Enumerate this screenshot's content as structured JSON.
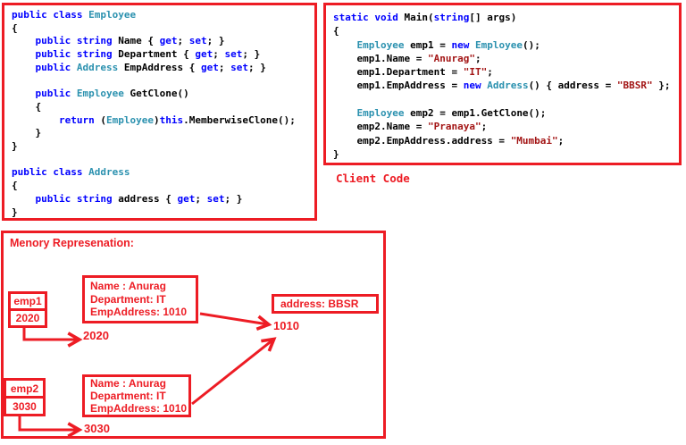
{
  "colors": {
    "diagram_red": "#ED1C24",
    "keyword_blue": "#0000FF",
    "type_teal": "#2B91AF",
    "string_red": "#A31515"
  },
  "code": {
    "employee_class": {
      "lines": [
        [
          [
            "k",
            "public"
          ],
          [
            "p",
            " "
          ],
          [
            "k",
            "class"
          ],
          [
            "p",
            " "
          ],
          [
            "t",
            "Employee"
          ]
        ],
        [
          [
            "p",
            "{"
          ]
        ],
        [
          [
            "p",
            "    "
          ],
          [
            "k",
            "public"
          ],
          [
            "p",
            " "
          ],
          [
            "k",
            "string"
          ],
          [
            "p",
            " Name { "
          ],
          [
            "k",
            "get"
          ],
          [
            "p",
            "; "
          ],
          [
            "k",
            "set"
          ],
          [
            "p",
            "; }"
          ]
        ],
        [
          [
            "p",
            "    "
          ],
          [
            "k",
            "public"
          ],
          [
            "p",
            " "
          ],
          [
            "k",
            "string"
          ],
          [
            "p",
            " Department { "
          ],
          [
            "k",
            "get"
          ],
          [
            "p",
            "; "
          ],
          [
            "k",
            "set"
          ],
          [
            "p",
            "; }"
          ]
        ],
        [
          [
            "p",
            "    "
          ],
          [
            "k",
            "public"
          ],
          [
            "p",
            " "
          ],
          [
            "t",
            "Address"
          ],
          [
            "p",
            " EmpAddress { "
          ],
          [
            "k",
            "get"
          ],
          [
            "p",
            "; "
          ],
          [
            "k",
            "set"
          ],
          [
            "p",
            "; }"
          ]
        ],
        [],
        [
          [
            "p",
            "    "
          ],
          [
            "k",
            "public"
          ],
          [
            "p",
            " "
          ],
          [
            "t",
            "Employee"
          ],
          [
            "p",
            " GetClone()"
          ]
        ],
        [
          [
            "p",
            "    {"
          ]
        ],
        [
          [
            "p",
            "        "
          ],
          [
            "k",
            "return"
          ],
          [
            "p",
            " ("
          ],
          [
            "t",
            "Employee"
          ],
          [
            "p",
            ")"
          ],
          [
            "k",
            "this"
          ],
          [
            "p",
            ".MemberwiseClone();"
          ]
        ],
        [
          [
            "p",
            "    }"
          ]
        ],
        [
          [
            "p",
            "}"
          ]
        ],
        [],
        [
          [
            "k",
            "public"
          ],
          [
            "p",
            " "
          ],
          [
            "k",
            "class"
          ],
          [
            "p",
            " "
          ],
          [
            "t",
            "Address"
          ]
        ],
        [
          [
            "p",
            "{"
          ]
        ],
        [
          [
            "p",
            "    "
          ],
          [
            "k",
            "public"
          ],
          [
            "p",
            " "
          ],
          [
            "k",
            "string"
          ],
          [
            "p",
            " address { "
          ],
          [
            "k",
            "get"
          ],
          [
            "p",
            "; "
          ],
          [
            "k",
            "set"
          ],
          [
            "p",
            "; }"
          ]
        ],
        [
          [
            "p",
            "}"
          ]
        ]
      ]
    },
    "client_main": {
      "lines": [
        [
          [
            "k",
            "static"
          ],
          [
            "p",
            " "
          ],
          [
            "k",
            "void"
          ],
          [
            "p",
            " Main("
          ],
          [
            "k",
            "string"
          ],
          [
            "p",
            "[] args)"
          ]
        ],
        [
          [
            "p",
            "{"
          ]
        ],
        [
          [
            "p",
            "    "
          ],
          [
            "t",
            "Employee"
          ],
          [
            "p",
            " emp1 = "
          ],
          [
            "k",
            "new"
          ],
          [
            "p",
            " "
          ],
          [
            "t",
            "Employee"
          ],
          [
            "p",
            "();"
          ]
        ],
        [
          [
            "p",
            "    emp1.Name = "
          ],
          [
            "s",
            "\"Anurag\""
          ],
          [
            "p",
            ";"
          ]
        ],
        [
          [
            "p",
            "    emp1.Department = "
          ],
          [
            "s",
            "\"IT\""
          ],
          [
            "p",
            ";"
          ]
        ],
        [
          [
            "p",
            "    emp1.EmpAddress = "
          ],
          [
            "k",
            "new"
          ],
          [
            "p",
            " "
          ],
          [
            "t",
            "Address"
          ],
          [
            "p",
            "() { address = "
          ],
          [
            "s",
            "\"BBSR\""
          ],
          [
            "p",
            " };"
          ]
        ],
        [],
        [
          [
            "p",
            "    "
          ],
          [
            "t",
            "Employee"
          ],
          [
            "p",
            " emp2 = emp1.GetClone();"
          ]
        ],
        [
          [
            "p",
            "    emp2.Name = "
          ],
          [
            "s",
            "\"Pranaya\""
          ],
          [
            "p",
            ";"
          ]
        ],
        [
          [
            "p",
            "    emp2.EmpAddress.address = "
          ],
          [
            "s",
            "\"Mumbai\""
          ],
          [
            "p",
            ";"
          ]
        ],
        [
          [
            "p",
            "}"
          ]
        ]
      ]
    },
    "client_code_caption": "Client Code"
  },
  "memory": {
    "title": "Menory Represenation:",
    "stack_emp1": {
      "label": "emp1",
      "value": "2020"
    },
    "stack_emp2": {
      "label": "emp2",
      "value": "3030"
    },
    "heap_object_1": {
      "line1": "Name : Anurag",
      "line2": "Department: IT",
      "line3": "EmpAddress: 1010"
    },
    "heap_object_2": {
      "line1": "Name : Anurag",
      "line2": "Department: IT",
      "line3": "EmpAddress: 1010"
    },
    "address_object": {
      "text": "address: BBSR"
    },
    "labels": {
      "addr_2020": "2020",
      "addr_1010": "1010",
      "addr_3030": "3030"
    }
  }
}
